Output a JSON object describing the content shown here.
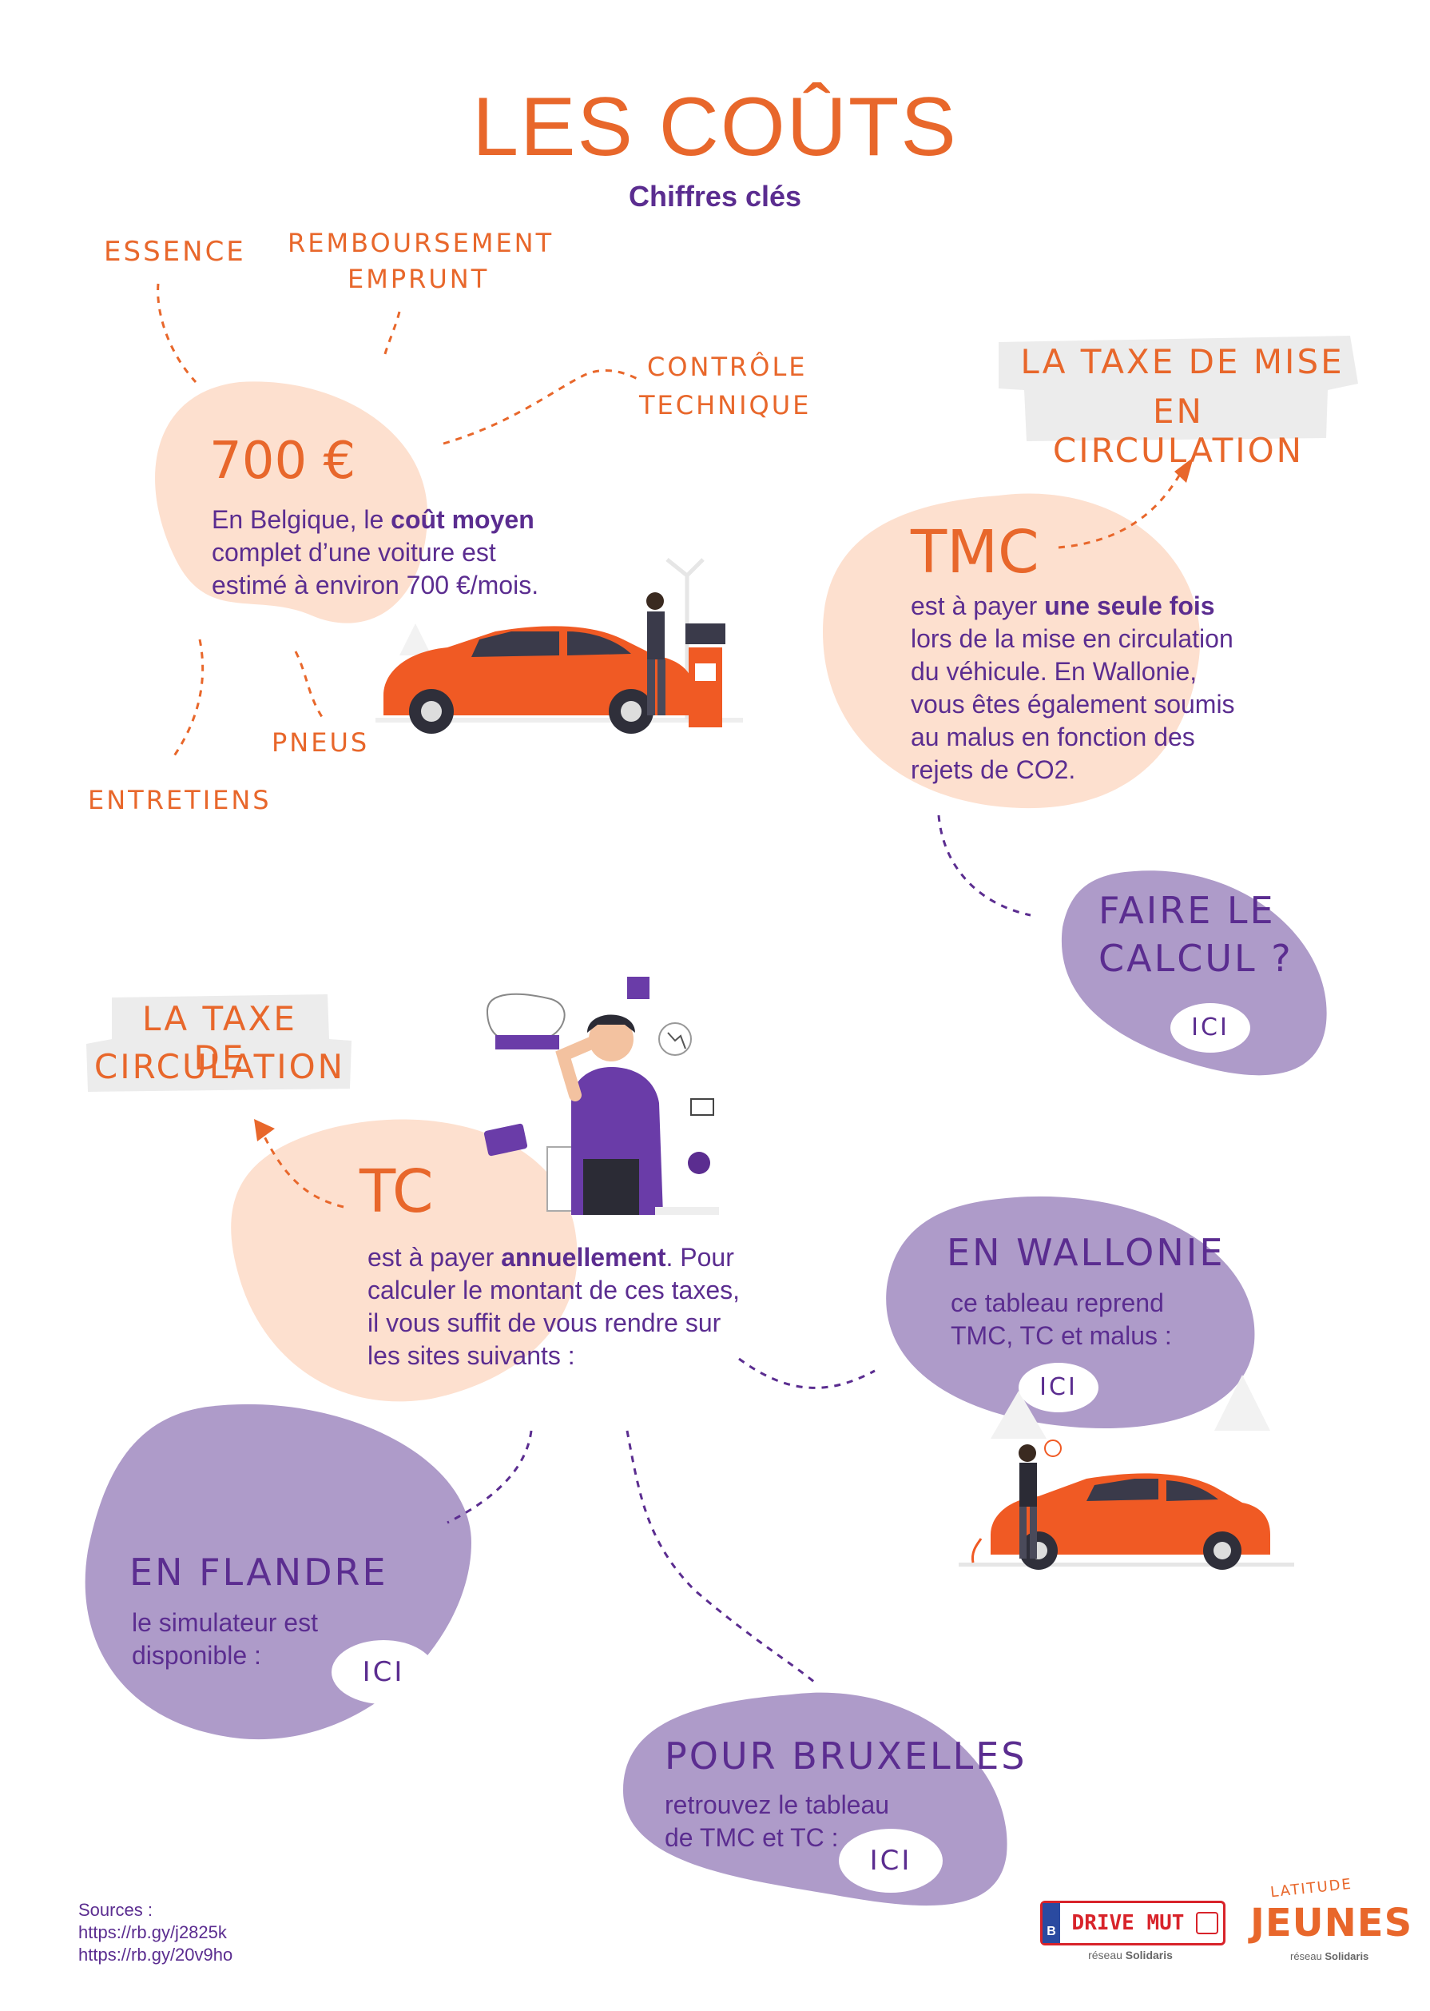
{
  "header": {
    "title": "LES COÛTS",
    "subtitle": "Chiffres clés"
  },
  "cost_section": {
    "labels": {
      "essence": "ESSENCE",
      "remboursement_line1": "REMBOURSEMENT",
      "remboursement_line2": "EMPRUNT",
      "controle_line1": "CONTRÔLE",
      "controle_line2": "TECHNIQUE",
      "pneus": "PNEUS",
      "entretiens": "ENTRETIENS"
    },
    "amount": "700 €",
    "text_before": "En Belgique, le ",
    "text_bold": "coût moyen",
    "text_after": " complet d’une voiture est estimé à environ 700 €/mois."
  },
  "tmc_section": {
    "tag_line1": "LA TAXE DE MISE",
    "tag_line2": "EN CIRCULATION",
    "heading": "TMC",
    "text_before": "est à payer ",
    "text_bold": "une seule fois",
    "text_after": " lors de la mise en circulation du véhicule. En Wallonie, vous êtes également soumis au malus en fonction des rejets de CO2."
  },
  "calc_section": {
    "line1": "FAIRE LE",
    "line2": "CALCUL ?",
    "link_label": "ICI"
  },
  "tc_section": {
    "tag_line1": "LA TAXE DE",
    "tag_line2": "CIRCULATION",
    "heading": "TC",
    "text_before": "est à payer ",
    "text_bold": "annuellement",
    "text_after": ". Pour calculer le montant de ces taxes, il vous suffit de vous rendre sur les sites suivants :"
  },
  "wallonie_section": {
    "heading": "EN WALLONIE",
    "text": "ce tableau reprend TMC, TC et malus :",
    "link_label": "ICI"
  },
  "flandre_section": {
    "heading": "EN FLANDRE",
    "text": "le simulateur est disponible :",
    "link_label": "ICI"
  },
  "bruxelles_section": {
    "heading": "POUR BRUXELLES",
    "text": "retrouvez le tableau de TMC et TC :",
    "link_label": "ICI"
  },
  "sources": {
    "label": "Sources :",
    "items": [
      "https://rb.gy/j2825k",
      "https://rb.gy/20v9ho"
    ]
  },
  "logos": {
    "drive_mut": {
      "letter": "B",
      "name": "DRIVE MUT",
      "sub_plain": "réseau ",
      "sub_bold": "Solidaris"
    },
    "latitude_jeunes": {
      "top": "LATITUDE",
      "main": "JEUNES",
      "sub_plain": "réseau ",
      "sub_bold": "Solidaris"
    }
  },
  "colors": {
    "orange": "#e8672b",
    "purple": "#5b2d90",
    "peach": "#fde0cf",
    "lilac": "#ae9bc9"
  }
}
